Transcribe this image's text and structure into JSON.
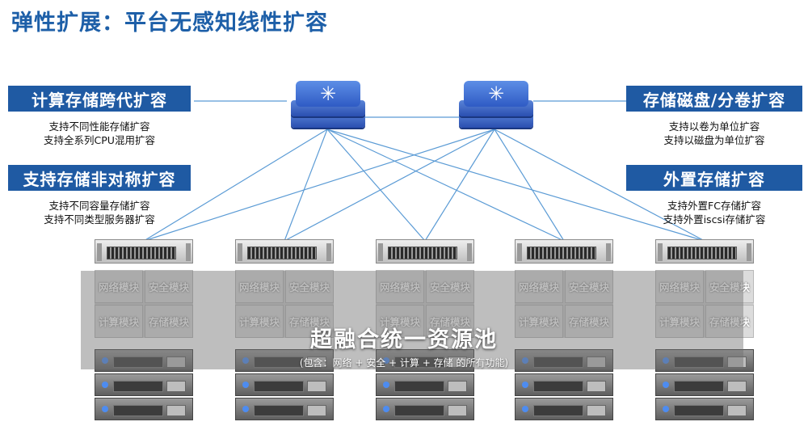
{
  "title": "弹性扩展：平台无感知线性扩容",
  "left_panels": [
    {
      "label": "计算存储跨代扩容",
      "lines": [
        "支持不同性能存储扩容",
        "支持全系列CPU混用扩容"
      ]
    },
    {
      "label": "支持存储非对称扩容",
      "lines": [
        "支持不同容量存储扩容",
        "支持不同类型服务器扩容"
      ]
    }
  ],
  "right_panels": [
    {
      "label": "存储磁盘/分卷扩容",
      "lines": [
        "支持以卷为单位扩容",
        "支持以磁盘为单位扩容"
      ]
    },
    {
      "label": "外置存储扩容",
      "lines": [
        "支持外置FC存储扩容",
        "支持外置iscsi存储扩容"
      ]
    }
  ],
  "modules": [
    "网络模块",
    "安全模块",
    "计算模块",
    "存储模块"
  ],
  "pool": {
    "title": "超融合统一资源池",
    "subtitle": "(包含：网络 + 安全 + 计算 + 存储 的所有功能)"
  },
  "colors": {
    "accent": "#1f5aa3",
    "title": "#1d5fa8",
    "link": "#5b9bd5"
  },
  "icons": [
    "network-switch-icon"
  ]
}
